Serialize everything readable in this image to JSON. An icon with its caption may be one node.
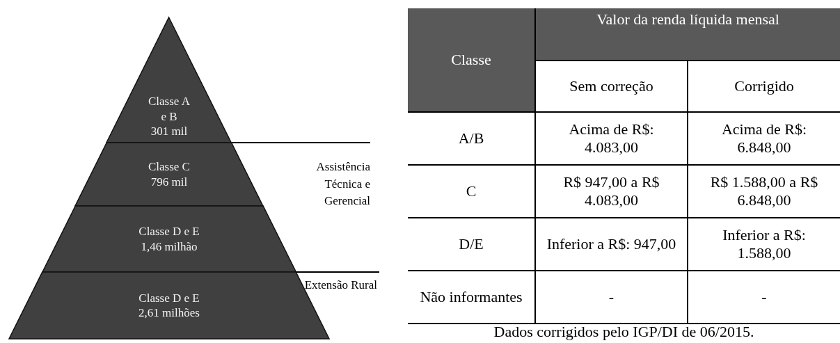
{
  "diagram": {
    "caption": "Dados corrigidos pelo IGP/DI de 06/2015.",
    "nodes": [
      {
        "text": [
          "Classe A e B",
          "301 mil"
        ]
      },
      {
        "text": [
          "Classe C",
          "796 mil"
        ]
      },
      {
        "text": [
          "Classe D e E",
          "1,46 milhão"
        ]
      },
      {
        "text": [
          "Classe D e E",
          "2,61 milhões"
        ]
      }
    ],
    "edges": [],
    "labels": [
      "Assistência Técnica e Gerencial",
      "Extensão Rural",
      "Classe",
      "Valor da renda líquida mensal",
      "Sem correção",
      "Corrigido",
      "A/B",
      "Acima de R$: 4.083,00",
      "Acima de R$: 6.848,00",
      "C",
      "R$ 947,00 a R$ 4.083,00",
      "R$ 1.588,00 a R$ 6.848,00",
      "D/E",
      "Inferior a R$: 947,00",
      "Inferior a R$: 1.588,00",
      "Não informantes",
      "-",
      "-"
    ]
  }
}
